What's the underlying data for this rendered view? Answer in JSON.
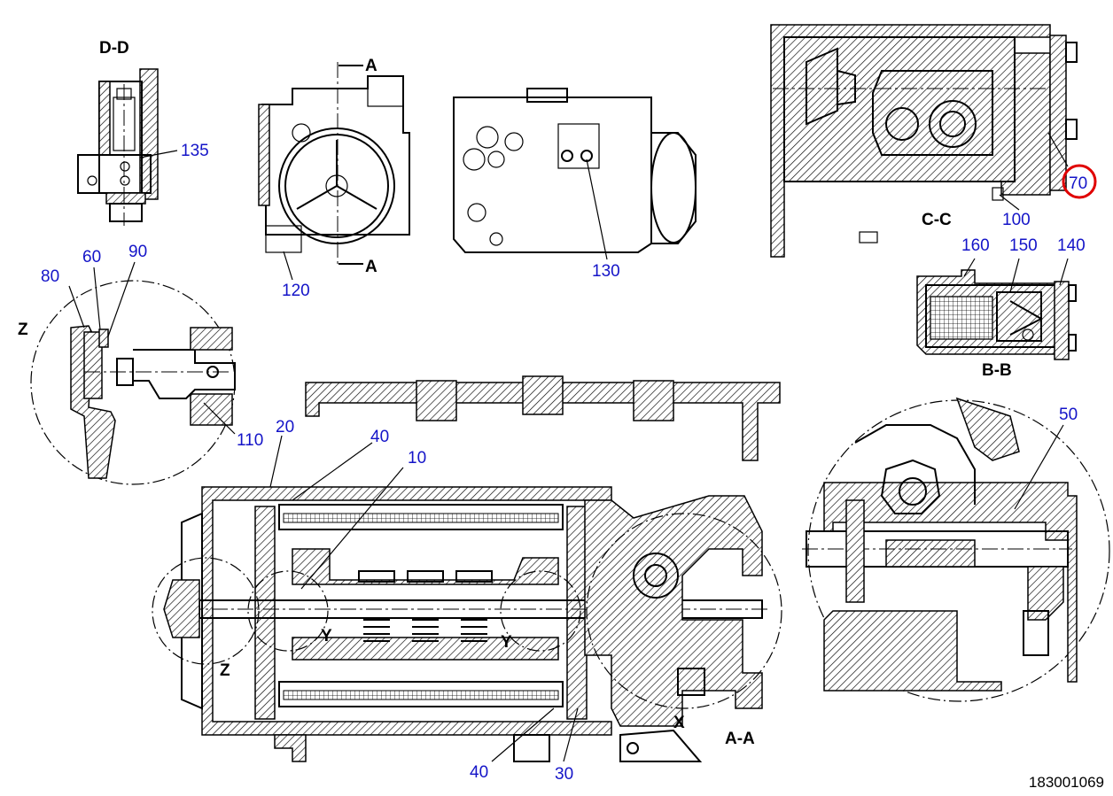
{
  "document": {
    "number": "183001069"
  },
  "section_labels": {
    "dd": "D-D",
    "cc": "C-C",
    "bb": "B-B",
    "aa": "A-A",
    "a_top": "A",
    "a_bottom": "A",
    "z_detail": "Z",
    "z_main": "Z",
    "y_left": "Y",
    "y_right": "Y",
    "x": "X"
  },
  "part_callouts": {
    "p135": "135",
    "p120": "120",
    "p130": "130",
    "p70": "70",
    "p100": "100",
    "p160": "160",
    "p150": "150",
    "p140": "140",
    "p80": "80",
    "p60": "60",
    "p90": "90",
    "p110": "110",
    "p20": "20",
    "p40_top": "40",
    "p10": "10",
    "p50": "50",
    "p40_bottom": "40",
    "p30": "30"
  },
  "highlight": {
    "callout": "70",
    "color": "#e00000"
  },
  "colors": {
    "callout_text": "#1414c8",
    "line": "#000000",
    "background": "#ffffff"
  }
}
